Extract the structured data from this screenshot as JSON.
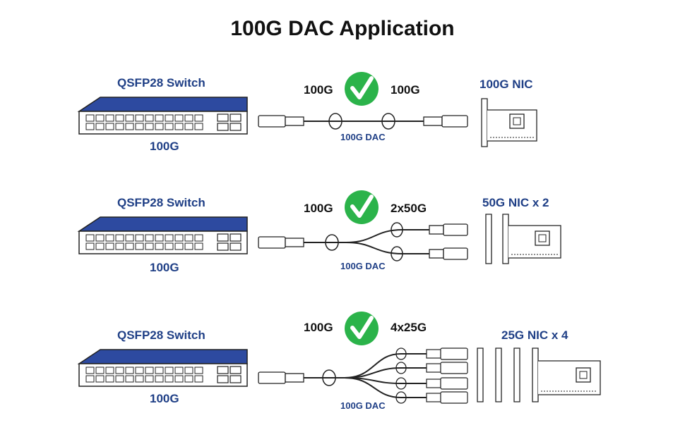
{
  "title": "100G DAC Application",
  "colors": {
    "brand_blue": "#1f3f86",
    "switch_top": "#2d4aa0",
    "check_green": "#2bb34a"
  },
  "rows": [
    {
      "switch_label": "QSFP28 Switch",
      "switch_speed": "100G",
      "left_speed": "100G",
      "right_speed": "100G",
      "cable_label": "100G DAC",
      "nic_label": "100G NIC",
      "breakout": 1
    },
    {
      "switch_label": "QSFP28 Switch",
      "switch_speed": "100G",
      "left_speed": "100G",
      "right_speed": "2x50G",
      "cable_label": "100G DAC",
      "nic_label": "50G NIC x 2",
      "breakout": 2
    },
    {
      "switch_label": "QSFP28 Switch",
      "switch_speed": "100G",
      "left_speed": "100G",
      "right_speed": "4x25G",
      "cable_label": "100G DAC",
      "nic_label": "25G NIC x 4",
      "breakout": 4
    }
  ]
}
